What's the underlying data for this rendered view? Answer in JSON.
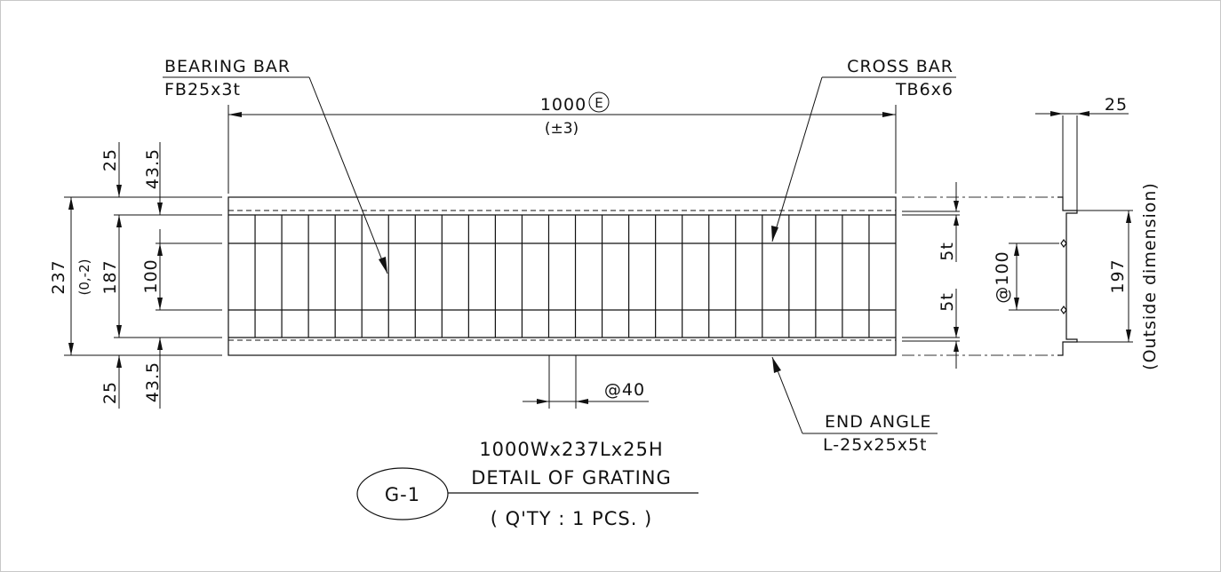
{
  "labels": {
    "bearing_bar": "BEARING BAR",
    "bearing_bar_spec": "FB25x3t",
    "cross_bar": "CROSS BAR",
    "cross_bar_spec": "TB6x6",
    "end_angle": "END ANGLE",
    "end_angle_spec": "L-25x25x5t"
  },
  "dimensions": {
    "length": "1000",
    "length_mark": "E",
    "length_tol": "(±3)",
    "top_25": "25",
    "top_43_5": "43.5",
    "bottom_25": "25",
    "bottom_43_5": "43.5",
    "overall": "237",
    "overall_tol": "(0,-2)",
    "inner": "187",
    "pitch_100": "100",
    "cross_pitch": "@40",
    "thk_top": "5t",
    "thk_bottom": "5t",
    "side_pitch": "@100",
    "side_width": "197",
    "side_width_note": "(Outside dimension)",
    "side_25": "25"
  },
  "title": {
    "tag": "G-1",
    "size": "1000Wx237Lx25H",
    "name": "DETAIL OF GRATING",
    "qty": "( Q'TY : 1 PCS. )"
  },
  "grid": {
    "cross_bar_count": 25
  }
}
